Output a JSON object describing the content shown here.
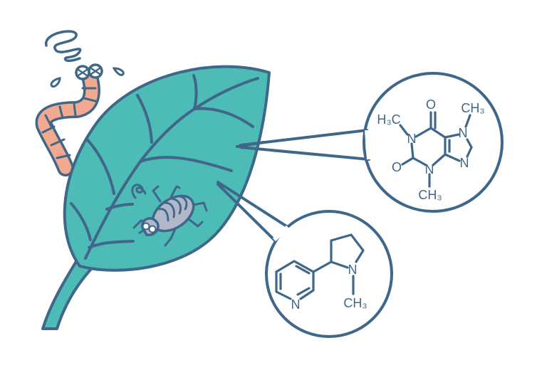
{
  "colors": {
    "outline": "#3f6789",
    "leaf": "#4dbbb6",
    "worm": "#f2a98f",
    "bug": "#b1b8c9"
  },
  "caffeine": {
    "atoms": {
      "o_top": "O",
      "o_left": "O",
      "n1": "N",
      "n3": "N",
      "n7": "N",
      "n9": "N",
      "me_left": "H₃C",
      "me_right": "CH₃",
      "me_bottom": "CH₃"
    }
  },
  "nicotine": {
    "atoms": {
      "n_pyridine": "N",
      "n_pyrrolidine": "N",
      "methyl": "CH₃"
    }
  }
}
